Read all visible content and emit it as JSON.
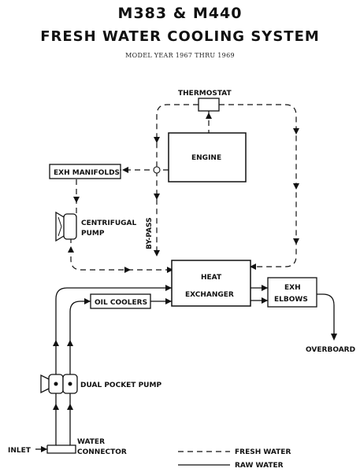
{
  "title": "M383 & M440",
  "subtitle": "FRESH WATER COOLING SYSTEM",
  "model_year": "MODEL YEAR 1967 THRU 1969",
  "components": {
    "thermostat": "THERMOSTAT",
    "engine": "ENGINE",
    "exh_manifolds": "EXH MANIFOLDS",
    "centrifugal_pump_line1": "CENTRIFUGAL",
    "centrifugal_pump_line2": "PUMP",
    "bypass": "BY-PASS",
    "heat_exchanger_line1": "HEAT",
    "heat_exchanger_line2": "EXCHANGER",
    "exh_elbows_line1": "EXH",
    "exh_elbows_line2": "ELBOWS",
    "oil_coolers": "OIL COOLERS",
    "overboard": "OVERBOARD",
    "dual_pocket_pump": "DUAL POCKET PUMP",
    "inlet": "INLET",
    "water_connector_line1": "WATER",
    "water_connector_line2": "CONNECTOR"
  },
  "legend": {
    "fresh_water": "FRESH WATER",
    "raw_water": "RAW WATER"
  }
}
